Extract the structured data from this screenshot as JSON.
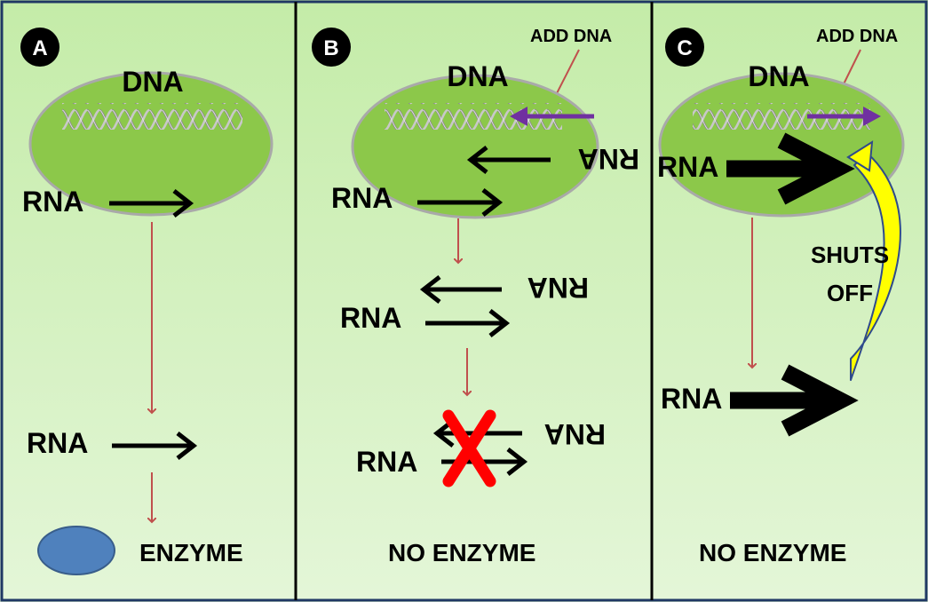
{
  "panels": [
    {
      "letter": "A",
      "dna_label": "DNA",
      "rna_top": "RNA",
      "rna_bottom": "RNA",
      "result": "ENZYME"
    },
    {
      "letter": "B",
      "add_dna": "ADD DNA",
      "dna_label": "DNA",
      "rna_rev_1": "RNA",
      "rna_1": "RNA",
      "rna_rev_2": "RNA",
      "rna_2": "RNA",
      "rna_rev_3": "RNA",
      "rna_3": "RNA",
      "result": "NO ENZYME"
    },
    {
      "letter": "C",
      "add_dna": "ADD DNA",
      "dna_label": "DNA",
      "rna_1": "RNA",
      "shuts_line1": "SHUTS",
      "shuts_line2": "OFF",
      "rna_2": "RNA",
      "result": "NO ENZYME"
    }
  ],
  "colors": {
    "panel_bg": "#c9eeb0",
    "nucleus_fill": "#8cc84a",
    "nucleus_stroke": "#a9a9a9",
    "pointer_arrow": "#c0504d",
    "add_dna_arrow": "#7030a0",
    "feedback_arrow": "#ffff00",
    "feedback_stroke": "#2e4a8c",
    "cross": "#ff0000",
    "enzyme_fill": "#4f81bd",
    "border": "#1f3864"
  }
}
